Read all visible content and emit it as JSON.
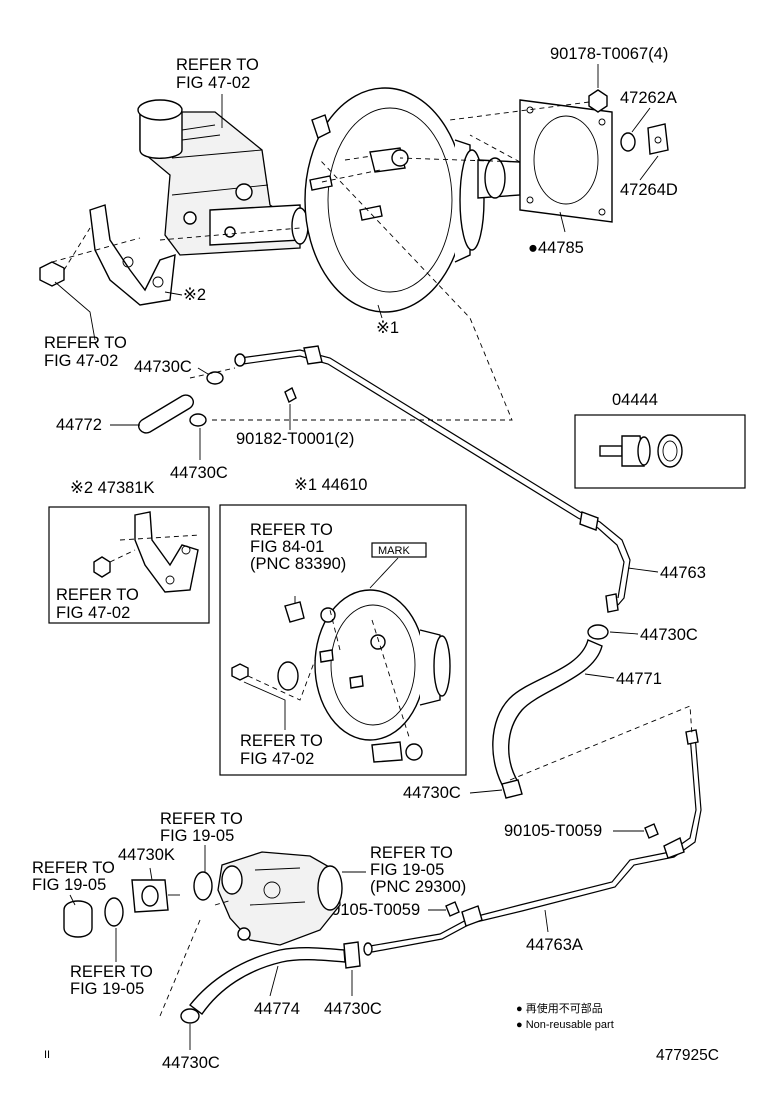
{
  "labels": {
    "refer_47_02_top": [
      "REFER TO",
      "FIG 47-02"
    ],
    "p90178": "90178-T0067(4)",
    "p47262a": "47262A",
    "p47264d": "47264D",
    "p44785": "●44785",
    "refer_47_02_left": [
      "REFER TO",
      "FIG 47-02"
    ],
    "ref2_mark": "※2",
    "ref1_mark": "※1",
    "p44730c_a": "44730C",
    "p44772": "44772",
    "p90182": "90182-T0001(2)",
    "p44730c_b": "44730C",
    "p04444": "04444",
    "kit_47381k": "※2 47381K",
    "kit_44610": "※1 44610",
    "refer_47_02_kit": [
      "REFER TO",
      "FIG 47-02"
    ],
    "refer_84_01": [
      "REFER TO",
      "FIG 84-01",
      "(PNC 83390)"
    ],
    "mark_tag": "MARK",
    "refer_47_02_box": [
      "REFER TO",
      "FIG 47-02"
    ],
    "p44763": "44763",
    "p44730c_c": "44730C",
    "p44771": "44771",
    "p44730c_d": "44730C",
    "p90105_a": "90105-T0059",
    "refer_19_05_a": [
      "REFER TO",
      "FIG 19-05"
    ],
    "p44730k": "44730K",
    "refer_19_05_b": [
      "REFER TO",
      "FIG 19-05"
    ],
    "refer_19_05_pnc": [
      "REFER TO",
      "FIG 19-05",
      "(PNC 29300)"
    ],
    "p90105_b": "90105-T0059",
    "p44763a": "44763A",
    "refer_19_05_c": [
      "REFER TO",
      "FIG 19-05"
    ],
    "p44774": "44774",
    "p44730c_e": "44730C",
    "p44730c_f": "44730C",
    "legend_jp": "● 再使用不可部品",
    "legend_en": "● Non-reusable part",
    "drawing_no": "477925C",
    "corner_mark": "II"
  }
}
